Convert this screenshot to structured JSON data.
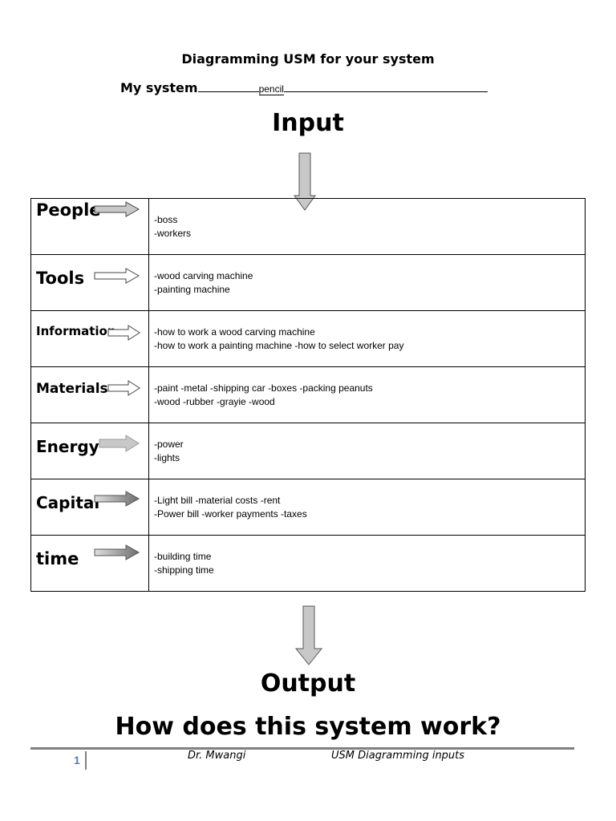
{
  "title": "Diagramming USM for your system",
  "system": {
    "label": "My system",
    "value": "pencil"
  },
  "input_heading": "Input",
  "output_heading": "Output",
  "question": "How does this system work?",
  "rows": [
    {
      "category": "People",
      "lines": [
        "-boss",
        "-workers"
      ]
    },
    {
      "category": "Tools",
      "lines": [
        "-wood carving machine",
        "-painting machine"
      ]
    },
    {
      "category": "Information",
      "lines": [
        "-how to work a wood carving machine",
        "-how to work a painting machine -how to select worker pay"
      ]
    },
    {
      "category": "Materials",
      "lines": [
        "-paint -metal -shipping car -boxes -packing peanuts",
        "-wood -rubber -grayie -wood"
      ]
    },
    {
      "category": "Energy",
      "lines": [
        "-power",
        "-lights"
      ]
    },
    {
      "category": "Capital",
      "lines": [
        "-Light bill -material costs -rent",
        "-Power bill -worker payments -taxes"
      ]
    },
    {
      "category": "time",
      "lines": [
        "-building time",
        "-shipping time"
      ]
    }
  ],
  "footer": {
    "page": "1",
    "author": "Dr. Mwangi",
    "topic": "USM Diagramming inputs"
  },
  "colors": {
    "arrow_fill": "#c8c8c8",
    "arrow_dark": "#7f7f7f",
    "footer_rule": "#808080",
    "page_number": "#4f81bd"
  }
}
